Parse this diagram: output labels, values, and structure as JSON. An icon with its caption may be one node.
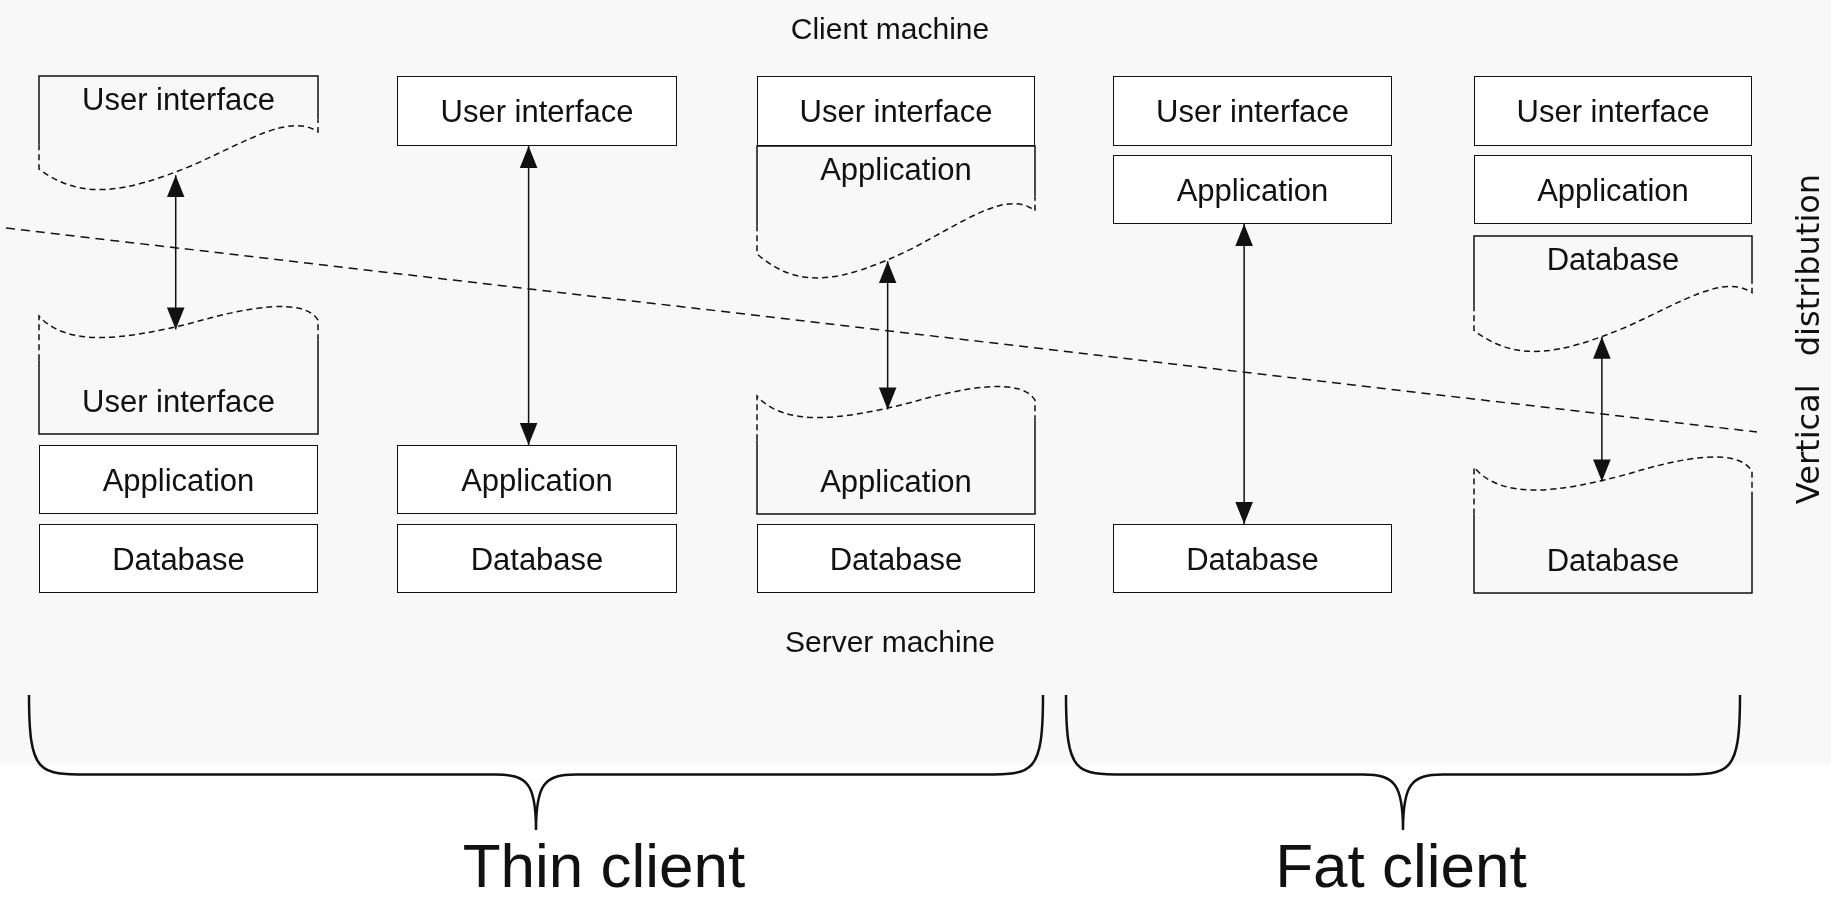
{
  "diagram": {
    "nodes": [
      {
        "text": [
          "User interface"
        ]
      },
      {
        "text": [
          "User interface"
        ]
      },
      {
        "text": [
          "Application"
        ]
      },
      {
        "text": [
          "Database"
        ]
      },
      {
        "text": [
          "User interface"
        ]
      },
      {
        "text": [
          "Application"
        ]
      },
      {
        "text": [
          "Database"
        ]
      },
      {
        "text": [
          "User interface"
        ]
      },
      {
        "text": [
          "Application"
        ]
      },
      {
        "text": [
          "Application"
        ]
      },
      {
        "text": [
          "Database"
        ]
      },
      {
        "text": [
          "User interface"
        ]
      },
      {
        "text": [
          "Application"
        ]
      },
      {
        "text": [
          "Database"
        ]
      },
      {
        "text": [
          "User interface"
        ]
      },
      {
        "text": [
          "Application"
        ]
      },
      {
        "text": [
          "Database"
        ]
      },
      {
        "text": [
          "Database"
        ]
      }
    ],
    "edges": [
      {
        "from": 0,
        "to": 1,
        "arrow": "both"
      },
      {
        "from": 4,
        "to": 5,
        "arrow": "both"
      },
      {
        "from": 8,
        "to": 9,
        "arrow": "both"
      },
      {
        "from": 12,
        "to": 13,
        "arrow": "both"
      },
      {
        "from": 16,
        "to": 17,
        "arrow": "both"
      }
    ],
    "labels": [
      "Client machine",
      "Vertical distribution",
      "Server machine",
      "Thin client",
      "Fat client"
    ]
  }
}
